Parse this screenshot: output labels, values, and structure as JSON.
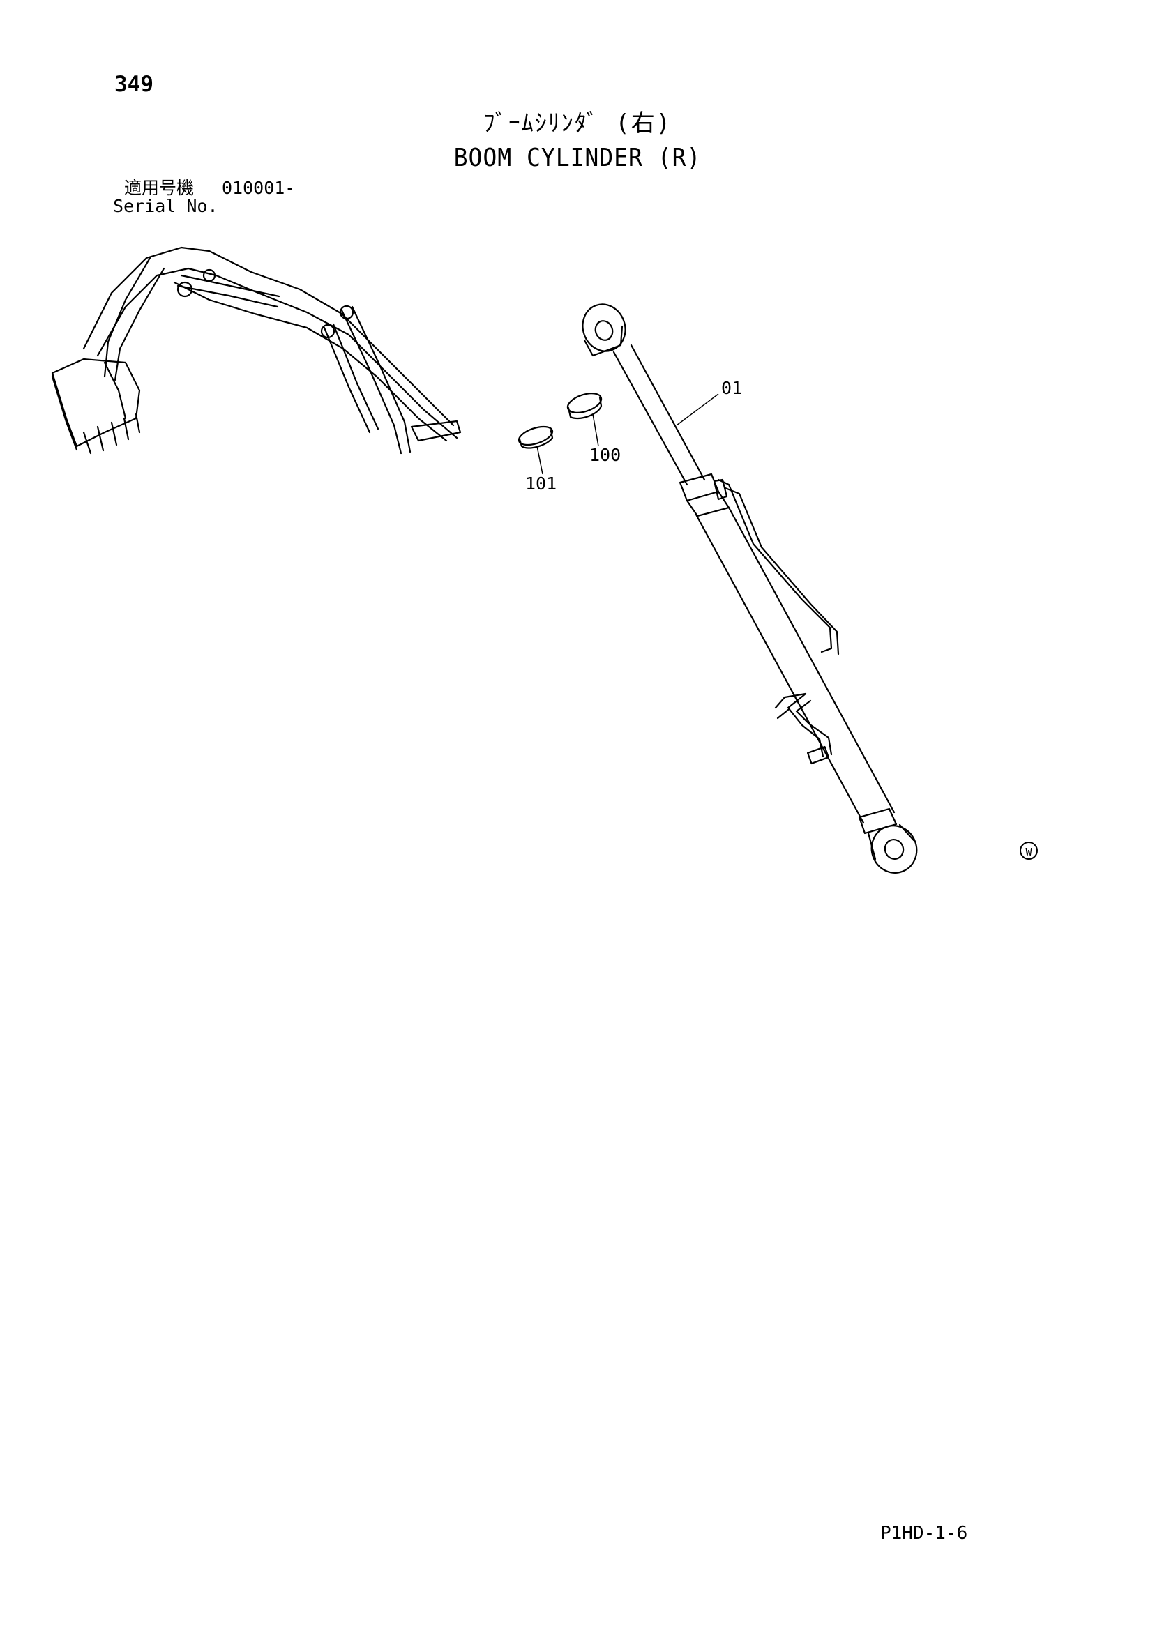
{
  "page": {
    "number": "349",
    "title_ja": "ﾌﾞｰﾑｼﾘﾝﾀﾞ (右)",
    "title_en": "BOOM CYLINDER (R)",
    "serial_label_ja": "適用号機",
    "serial_value": "010001-",
    "serial_label_en": "Serial No.",
    "footer_code": "P1HD-1-6"
  },
  "callouts": [
    {
      "label": "01"
    },
    {
      "label": "100"
    },
    {
      "label": "101"
    }
  ],
  "mark": "W",
  "icons": {
    "machine": "excavator-overview-drawing",
    "part": "boom-cylinder-drawing",
    "ring_100": "ring-part",
    "ring_101": "ring-part"
  }
}
